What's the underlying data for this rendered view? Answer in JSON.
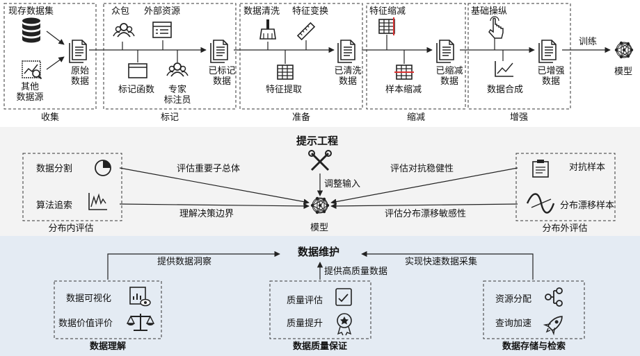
{
  "pipeline": {
    "stage_labels": {
      "collect": "收集",
      "label": "标记",
      "prepare": "准备",
      "reduce": "缩减",
      "augment": "增强"
    },
    "collect": {
      "existing": "现存数据集",
      "other_line1": "其他",
      "other_line2": "数据源",
      "raw_line1": "原始",
      "raw_line2": "数据"
    },
    "label": {
      "crowd": "众包",
      "external": "外部资源",
      "func": "标记函数",
      "expert_line1": "专家",
      "expert_line2": "标注员",
      "labeled_line1": "已标记",
      "labeled_line2": "数据"
    },
    "prepare": {
      "clean": "数据清洗",
      "transform": "特征变换",
      "extract": "特征提取",
      "cleaned_line1": "已清洗",
      "cleaned_line2": "数据"
    },
    "reduce": {
      "feature": "特征缩减",
      "sample": "样本缩减",
      "reduced_line1": "已缩减",
      "reduced_line2": "数据"
    },
    "augment": {
      "manip": "基础操纵",
      "synth": "数据合成",
      "aug_line1": "已增强",
      "aug_line2": "数据"
    },
    "train": "训练",
    "model": "模型"
  },
  "evaluation": {
    "prompt": "提示工程",
    "adjust": "调整输入",
    "model": "模型",
    "in_dist": {
      "title": "分布内评估",
      "slicing": "数据分割",
      "recourse": "算法追索"
    },
    "out_dist": {
      "title": "分布外评估",
      "adversarial": "对抗样本",
      "drift": "分布漂移样本"
    },
    "arrows": {
      "subpop": "评估重要子总体",
      "boundary": "理解决策边界",
      "robust": "评估对抗稳健性",
      "drift_sens": "评估分布漂移敏感性"
    }
  },
  "maintenance": {
    "title": "数据维护",
    "understanding": {
      "title": "数据理解",
      "viz": "数据可视化",
      "valuation": "数据价值评价"
    },
    "quality": {
      "title": "数据质量保证",
      "assess": "质量评估",
      "improve": "质量提升"
    },
    "storage": {
      "title": "数据存储与检索",
      "alloc": "资源分配",
      "accel": "查询加速"
    },
    "arrows": {
      "insight": "提供数据洞察",
      "hq": "提供高质量数据",
      "fast": "实现快速数据采集"
    }
  },
  "colors": {
    "band_eval": "#f3f3f3",
    "band_maint": "#e4ebf3",
    "line": "#222222",
    "red": "#d93030"
  }
}
